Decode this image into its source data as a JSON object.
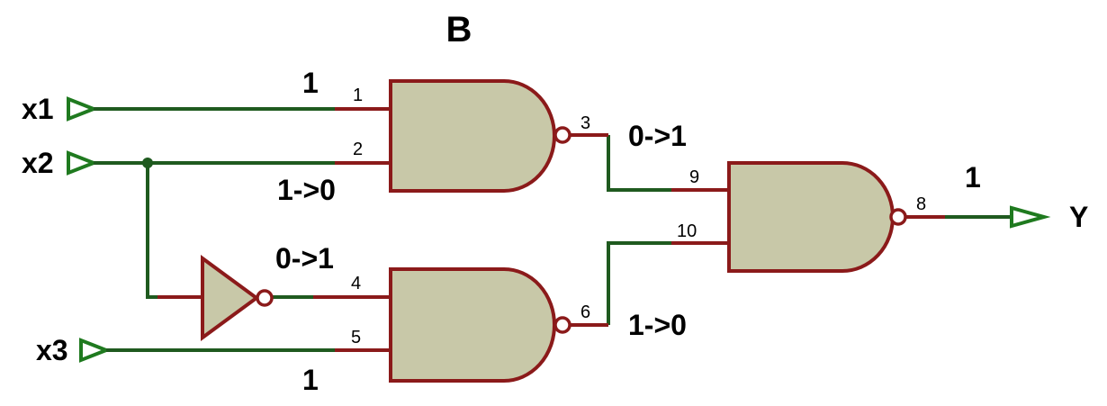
{
  "title": "B",
  "inputs": {
    "x1": "x1",
    "x2": "x2",
    "x3": "x3"
  },
  "output": "Y",
  "pins": {
    "p1": "1",
    "p2": "2",
    "p3": "3",
    "p4": "4",
    "p5": "5",
    "p6": "6",
    "p8": "8",
    "p9": "9",
    "p10": "10"
  },
  "signals": {
    "x1_value": "1",
    "x2_value": "1->0",
    "x3_value": "1",
    "inverter_out": "0->1",
    "nand1_out": "0->1",
    "nand2_out": "1->0",
    "y_value": "1"
  },
  "colors": {
    "wire_green": "#1f5a1f",
    "wire_red": "#8b1a1a",
    "gate_fill": "#c8c8a8"
  }
}
